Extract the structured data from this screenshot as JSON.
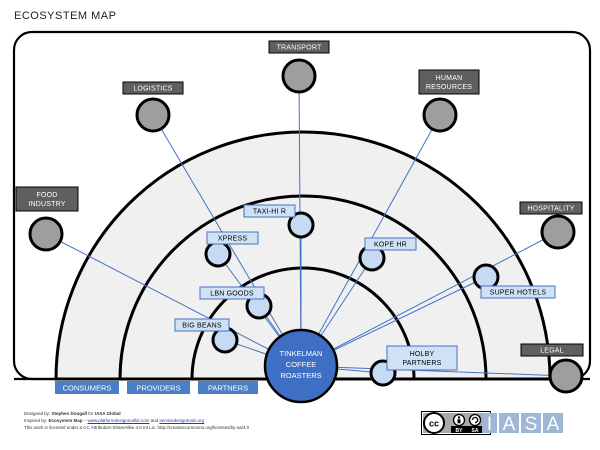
{
  "title": "ECOSYSTEM MAP",
  "center": {
    "lines": [
      "TINKELMAN",
      "COFFEE",
      "ROASTERS"
    ]
  },
  "rings": [
    "CONSUMERS",
    "PROVIDERS",
    "PARTNERS"
  ],
  "outer_nodes": [
    {
      "id": "transport",
      "lines": [
        "TRANSPORT"
      ]
    },
    {
      "id": "logistics",
      "lines": [
        "LOGISTICS"
      ]
    },
    {
      "id": "human-resources",
      "lines": [
        "HUMAN",
        "RESOURCES"
      ]
    },
    {
      "id": "food-industry",
      "lines": [
        "FOOD",
        "INDUSTRY"
      ]
    },
    {
      "id": "hospitality",
      "lines": [
        "HOSPITALITY"
      ]
    },
    {
      "id": "legal",
      "lines": [
        "LEGAL"
      ]
    }
  ],
  "inner_nodes": [
    {
      "id": "taxi-hi-r",
      "lines": [
        "TAXI-HI R"
      ]
    },
    {
      "id": "xpress",
      "lines": [
        "XPRESS"
      ]
    },
    {
      "id": "kope-hr",
      "lines": [
        "KOPE HR"
      ]
    },
    {
      "id": "lbn-goods",
      "lines": [
        "LBN GOODS"
      ]
    },
    {
      "id": "super-hotels",
      "lines": [
        "SUPER HOTELS"
      ]
    },
    {
      "id": "big-beans",
      "lines": [
        "BIG BEANS"
      ]
    },
    {
      "id": "holby-partners",
      "lines": [
        "HOLBY",
        "PARTNERS"
      ]
    }
  ],
  "footer": {
    "line1_prefix": "Designed by: ",
    "line1_name": "Stephen Dougall",
    "line1_mid": " for ",
    "line1_org": "IASA Global",
    "line2_prefix": "Inspired by: ",
    "line2_name": "Ecosystem Map",
    "line2_sep": " – ",
    "line2_link1": "www.platformdesigntoolkit.com",
    "line2_and": " and ",
    "line2_link2": "servicedesigntools.org",
    "line3": "This work is licensed under a CC Attribution-ShareAlike 4.0 Int Lic. http://creativecommons.org/licenses/by-sa/4.0"
  },
  "license_badge": {
    "cc": "cc",
    "by": "BY",
    "sa": "SA"
  },
  "logo_letters": [
    "I",
    "A",
    "S",
    "A"
  ],
  "colors": {
    "outer_label_bg": "#5f5f5f",
    "outer_node_fill": "#9e9e9e",
    "inner_label_bg": "#cfe1f5",
    "inner_node_fill": "#c6dbf3",
    "center_fill": "#3f6fc4",
    "ring_fill": "#f0f0f0",
    "connector": "#4472c4",
    "ring_label_bg": "#4a7fc8"
  }
}
